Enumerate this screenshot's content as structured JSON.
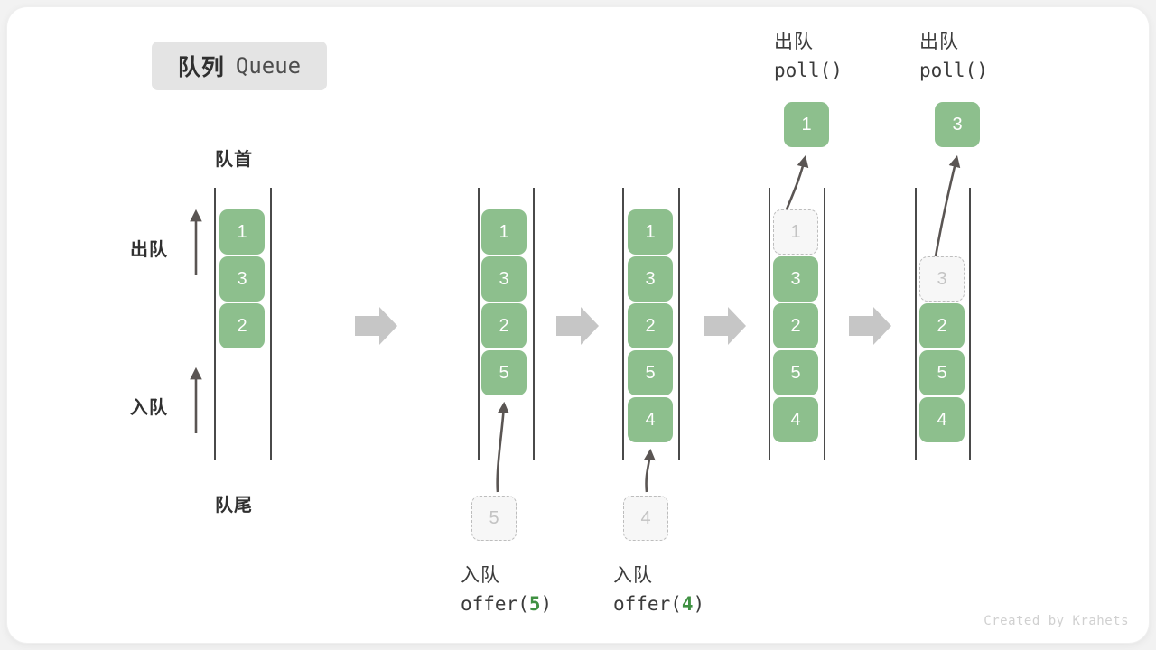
{
  "card": {
    "title_cn": "队列",
    "title_en": "Queue",
    "watermark": "Created by Krahets"
  },
  "legend": {
    "front_label": "队首",
    "rear_label": "队尾",
    "dequeue_label": "出队",
    "enqueue_label": "入队"
  },
  "colors": {
    "element_fill": "#8dbf8d",
    "element_text": "#ffffff",
    "ghost_fill": "#f7f7f7",
    "ghost_border": "#bdbdbd",
    "ghost_text": "#c3c3c3",
    "rail": "#4a4a4a",
    "flow_arrow": "#c6c6c6",
    "accent_green": "#3f9142",
    "chip_bg": "#e4e4e4",
    "watermark": "#d0d0d0"
  },
  "columns": [
    {
      "id": "initial",
      "elements": [
        "1",
        "3",
        "2"
      ],
      "ghost_index": -1,
      "op_title_cn": "",
      "op_title_code": "",
      "popped_value": "",
      "incoming_value": ""
    },
    {
      "id": "after-offer-5",
      "elements": [
        "1",
        "3",
        "2",
        "5"
      ],
      "ghost_index": -1,
      "op_title_cn": "入队",
      "op_title_code_prefix": "offer(",
      "op_title_code_num": "5",
      "op_title_code_suffix": ")",
      "incoming_value": "5"
    },
    {
      "id": "after-offer-4",
      "elements": [
        "1",
        "3",
        "2",
        "5",
        "4"
      ],
      "ghost_index": -1,
      "op_title_cn": "入队",
      "op_title_code_prefix": "offer(",
      "op_title_code_num": "4",
      "op_title_code_suffix": ")",
      "incoming_value": "4"
    },
    {
      "id": "after-poll-1",
      "elements": [
        "1",
        "3",
        "2",
        "5",
        "4"
      ],
      "ghost_index": 0,
      "op_title_cn": "出队",
      "op_title_code": "poll()",
      "popped_value": "1"
    },
    {
      "id": "after-poll-3",
      "elements": [
        "3",
        "2",
        "5",
        "4"
      ],
      "ghost_index": 0,
      "ghost_slot": 1,
      "op_title_cn": "出队",
      "op_title_code": "poll()",
      "popped_value": "3"
    }
  ],
  "flow_arrows": 4
}
